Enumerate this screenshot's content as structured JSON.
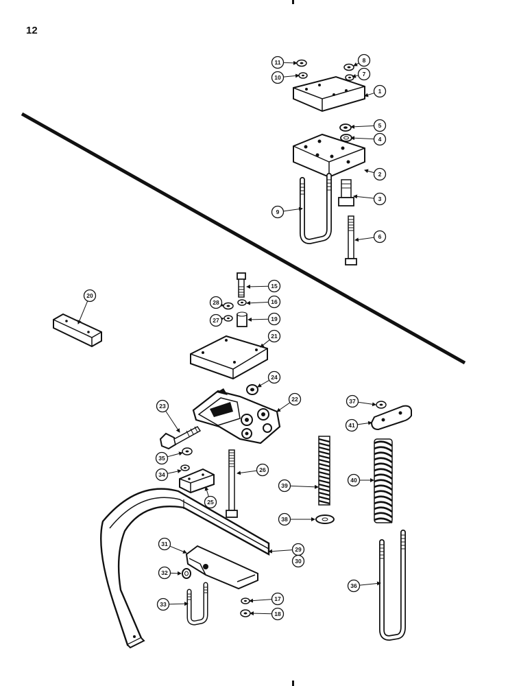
{
  "page_number": "12",
  "callouts": [
    "1",
    "2",
    "3",
    "4",
    "5",
    "6",
    "7",
    "8",
    "9",
    "10",
    "11",
    "15",
    "16",
    "17",
    "18",
    "19",
    "20",
    "21",
    "22",
    "23",
    "24",
    "25",
    "26",
    "27",
    "28",
    "29",
    "30",
    "31",
    "32",
    "33",
    "34",
    "35",
    "36",
    "37",
    "38",
    "39",
    "40",
    "41"
  ]
}
